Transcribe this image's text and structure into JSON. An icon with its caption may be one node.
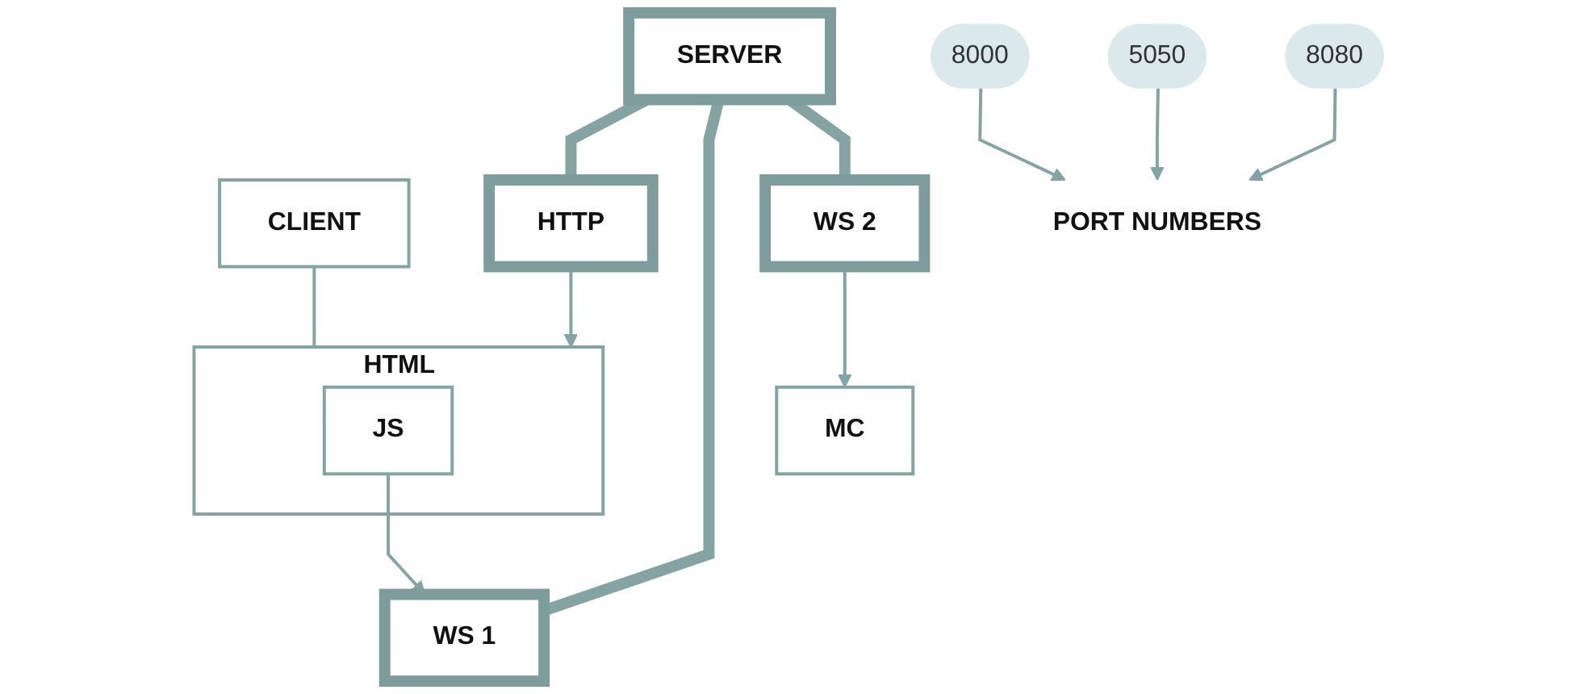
{
  "diagram": {
    "nodes": [
      {
        "text": [
          "CLIENT"
        ]
      },
      {
        "text": [
          "HTML"
        ]
      },
      {
        "text": [
          "JS"
        ],
        "in": 1
      },
      {
        "text": [
          "SERVER"
        ]
      },
      {
        "text": [
          "HTTP"
        ]
      },
      {
        "text": [
          "WS 1"
        ]
      },
      {
        "text": [
          "WS 2"
        ]
      },
      {
        "text": [
          "MC"
        ]
      },
      {
        "text": [
          "8000"
        ]
      },
      {
        "text": [
          "5050"
        ]
      },
      {
        "text": [
          "8080"
        ]
      },
      {
        "text": [
          "PORT NUMBERS"
        ]
      }
    ],
    "edges": [
      {
        "from": 0,
        "to": 1,
        "arrow": "none"
      },
      {
        "from": 3,
        "to": 4,
        "arrow": "none",
        "style": "thick"
      },
      {
        "from": 3,
        "to": 5,
        "arrow": "none",
        "style": "thick"
      },
      {
        "from": 3,
        "to": 6,
        "arrow": "none",
        "style": "thick"
      },
      {
        "from": 4,
        "to": 1,
        "arrow": "to"
      },
      {
        "from": 2,
        "to": 5,
        "arrow": "to"
      },
      {
        "from": 6,
        "to": 7,
        "arrow": "to"
      },
      {
        "from": 8,
        "to": 11,
        "arrow": "to"
      },
      {
        "from": 9,
        "to": 11,
        "arrow": "to"
      },
      {
        "from": 10,
        "to": 11,
        "arrow": "to"
      }
    ]
  }
}
